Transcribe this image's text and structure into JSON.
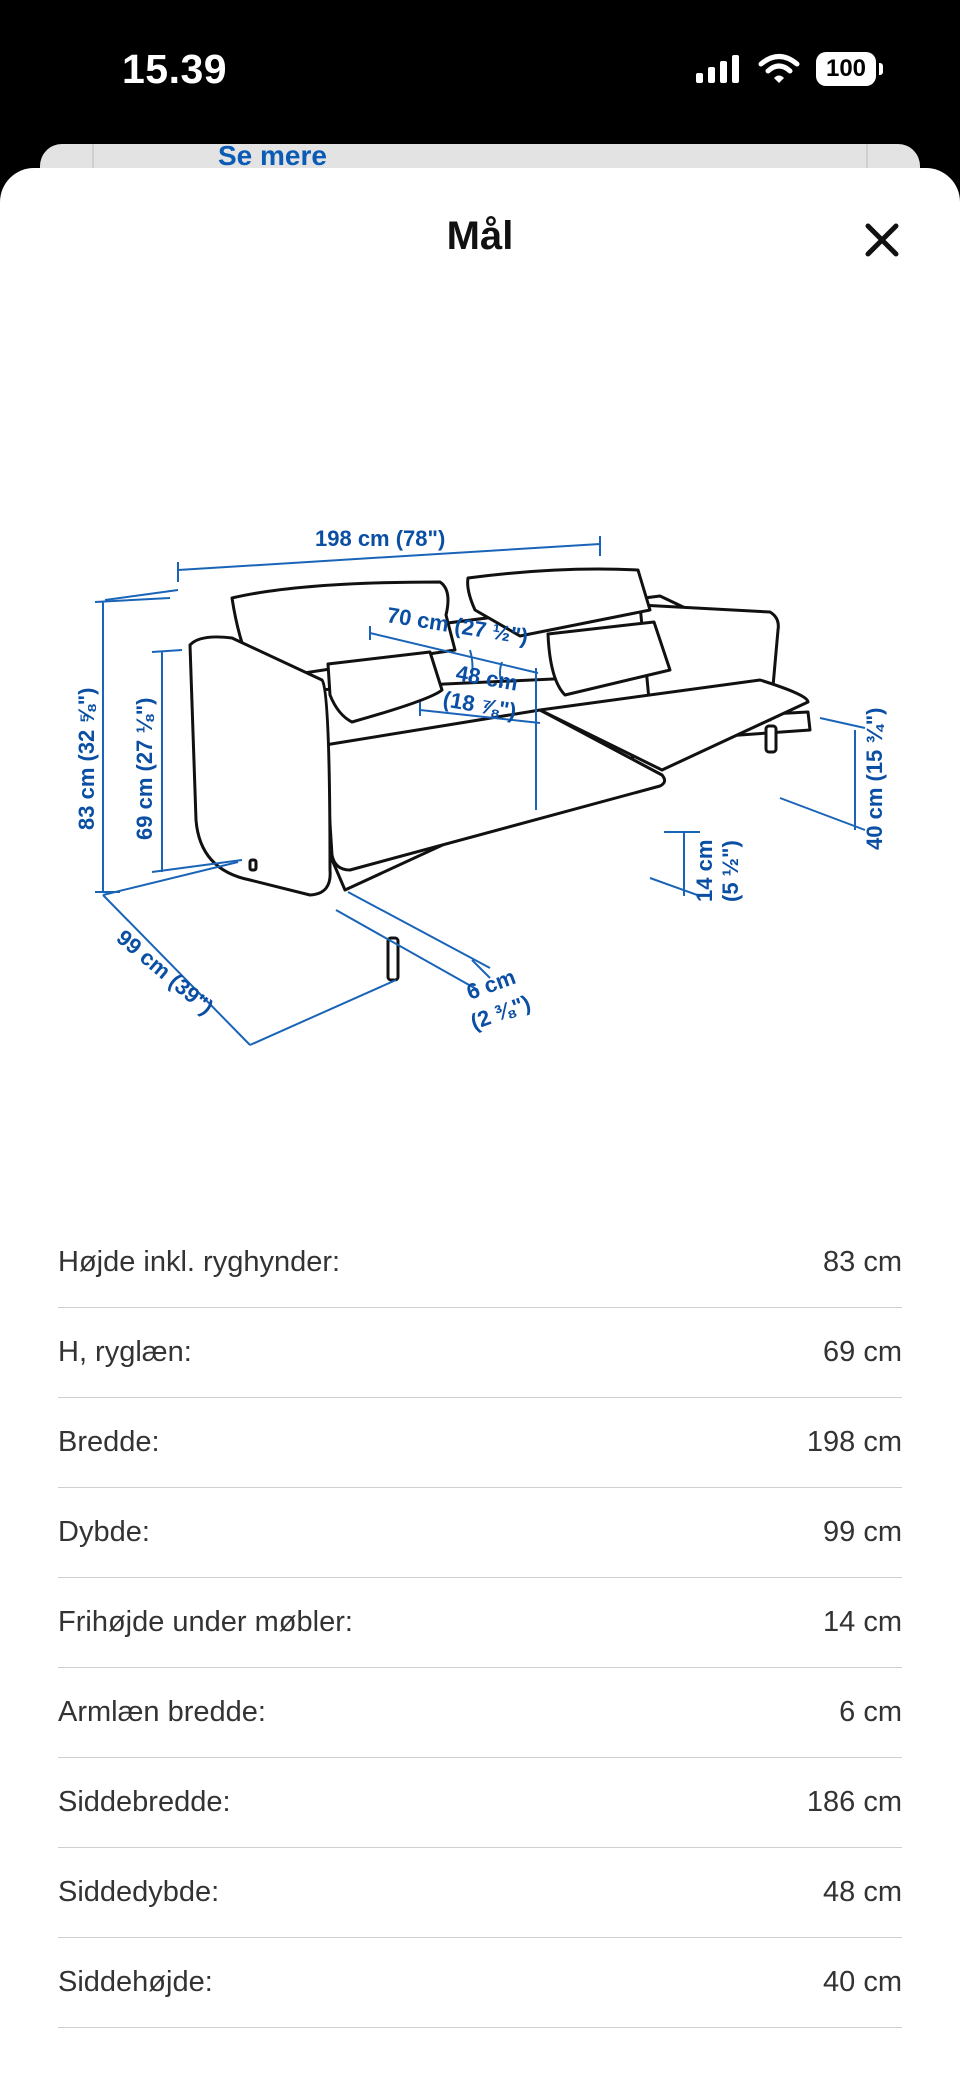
{
  "status_bar": {
    "time": "15.39",
    "battery": "100"
  },
  "background_sheet": {
    "link_label": "Se mere"
  },
  "sheet": {
    "title": "Mål"
  },
  "diagram_labels": {
    "width": "198 cm (78\")",
    "total_height": "83 cm (32 ⅝\")",
    "back_height": "69 cm (27 ⅛\")",
    "seat_width": "70 cm (27 ½\")",
    "seat_depth_cm": "48 cm",
    "seat_depth_in": "(18 ⅞\")",
    "depth": "99 cm (39\")",
    "armrest_cm": "6 cm",
    "armrest_in": "(2 ⅜\")",
    "clearance_cm": "14 cm",
    "clearance_in": "(5 ½\")",
    "seat_height": "40 cm (15 ¾\")"
  },
  "specs": [
    {
      "label": "Højde inkl. ryghynder:",
      "value": "83 cm"
    },
    {
      "label": "H, ryglæn:",
      "value": "69 cm"
    },
    {
      "label": "Bredde:",
      "value": "198 cm"
    },
    {
      "label": "Dybde:",
      "value": "99 cm"
    },
    {
      "label": "Frihøjde under møbler:",
      "value": "14 cm"
    },
    {
      "label": "Armlæn bredde:",
      "value": "6 cm"
    },
    {
      "label": "Siddebredde:",
      "value": "186 cm"
    },
    {
      "label": "Siddedybde:",
      "value": "48 cm"
    },
    {
      "label": "Siddehøjde:",
      "value": "40 cm"
    }
  ],
  "colors": {
    "accent": "#0a4fa3",
    "divider": "#cfcfcf",
    "text": "#333333"
  }
}
